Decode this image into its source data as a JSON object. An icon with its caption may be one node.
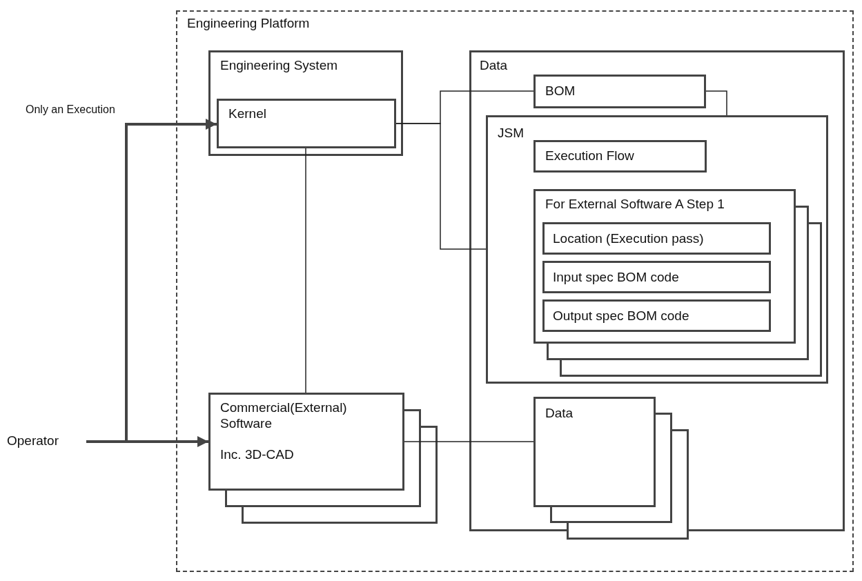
{
  "diagram": {
    "nodes": [
      {
        "text": [
          "Engineering Platform"
        ]
      },
      {
        "text": [
          "Engineering System"
        ],
        "in": 0
      },
      {
        "text": [
          "Kernel"
        ],
        "in": 1
      },
      {
        "text": [
          "Data"
        ],
        "in": 0
      },
      {
        "text": [
          "BOM"
        ],
        "in": 3
      },
      {
        "text": [
          "JSM"
        ],
        "in": 3
      },
      {
        "text": [
          "Execution Flow"
        ],
        "in": 5
      },
      {
        "text": [
          "For External Software A Step 1"
        ],
        "in": 5
      },
      {
        "text": [
          "Location (Execution pass)"
        ],
        "in": 7
      },
      {
        "text": [
          "Input spec BOM code"
        ],
        "in": 7
      },
      {
        "text": [
          "Output spec BOM code"
        ],
        "in": 7
      },
      {
        "text": [
          "Commercial(External) Software",
          "Inc. 3D-CAD"
        ],
        "in": 0
      },
      {
        "text": [
          "Data"
        ],
        "in": 3
      },
      {
        "text": [
          "Operator"
        ]
      }
    ],
    "edges": [
      {
        "from": 13,
        "to": 2,
        "arrow": "to",
        "label": "Only an Execution",
        "style": "thick"
      },
      {
        "from": 13,
        "to": 11,
        "arrow": "to",
        "style": "thick"
      },
      {
        "from": 2,
        "to": 4,
        "arrow": "none"
      },
      {
        "from": 2,
        "to": 5,
        "arrow": "none"
      },
      {
        "from": 4,
        "to": 5,
        "arrow": "none"
      },
      {
        "from": 2,
        "to": 11,
        "arrow": "none"
      },
      {
        "from": 11,
        "to": 12,
        "arrow": "none"
      }
    ]
  }
}
